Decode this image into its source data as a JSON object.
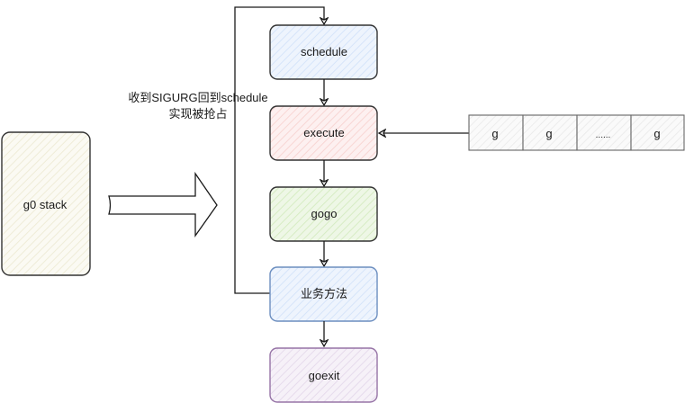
{
  "nodes": {
    "schedule": {
      "label": "schedule",
      "fill": "#dae8fc",
      "stroke": "#333333"
    },
    "execute": {
      "label": "execute",
      "fill": "#f8cecc",
      "stroke": "#333333"
    },
    "gogo": {
      "label": "gogo",
      "fill": "#d5e8d4",
      "stroke": "#333333"
    },
    "business": {
      "label": "业务方法",
      "fill": "#dae8fc",
      "stroke": "#6c8ebf"
    },
    "goexit": {
      "label": "goexit",
      "fill": "#e1d5e7",
      "stroke": "#9673a6"
    },
    "g0stack": {
      "label": "g0 stack",
      "fill": "#f9f7ed",
      "stroke": "#333333"
    }
  },
  "annotation": {
    "line1": "收到SIGURG回到schedule",
    "line2": "实现被抢占"
  },
  "queue": {
    "cells": [
      "g",
      "g",
      "......",
      "g"
    ]
  }
}
